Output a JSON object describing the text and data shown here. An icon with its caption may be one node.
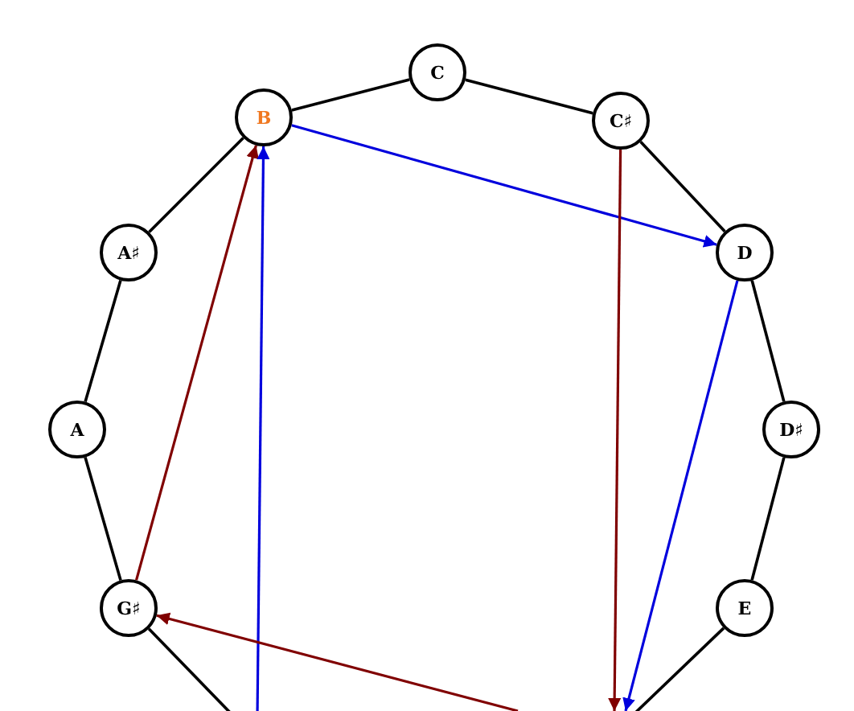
{
  "diagram": {
    "nodes": [
      {
        "text": [
          "C"
        ]
      },
      {
        "text": [
          "B"
        ]
      },
      {
        "text": [
          "C♯"
        ]
      },
      {
        "text": [
          "A♯"
        ]
      },
      {
        "text": [
          "D"
        ]
      },
      {
        "text": [
          "A"
        ]
      },
      {
        "text": [
          "D♯"
        ]
      },
      {
        "text": [
          "G♯"
        ]
      },
      {
        "text": [
          "E"
        ]
      }
    ],
    "edges": [
      {
        "from": 0,
        "to": 1,
        "arrow": "none"
      },
      {
        "from": 0,
        "to": 2,
        "arrow": "none"
      },
      {
        "from": 1,
        "to": 3,
        "arrow": "none"
      },
      {
        "from": 2,
        "to": 4,
        "arrow": "none"
      },
      {
        "from": 3,
        "to": 5,
        "arrow": "none"
      },
      {
        "from": 4,
        "to": 6,
        "arrow": "none"
      },
      {
        "from": 5,
        "to": 7,
        "arrow": "none"
      },
      {
        "from": 6,
        "to": 8,
        "arrow": "none"
      },
      {
        "from": 7,
        "to": null,
        "arrow": "none"
      },
      {
        "from": 8,
        "to": null,
        "arrow": "none"
      },
      {
        "from": 1,
        "to": 4,
        "arrow": "to",
        "color": "#0000dd"
      },
      {
        "from": 7,
        "to": 1,
        "arrow": "to",
        "color": "#800000"
      },
      {
        "from": null,
        "to": 1,
        "arrow": "to",
        "color": "#0000dd"
      },
      {
        "from": 2,
        "to": null,
        "arrow": "to",
        "color": "#800000"
      },
      {
        "from": 4,
        "to": null,
        "arrow": "to",
        "color": "#0000dd"
      },
      {
        "from": null,
        "to": 7,
        "arrow": "to",
        "color": "#800000"
      }
    ]
  }
}
